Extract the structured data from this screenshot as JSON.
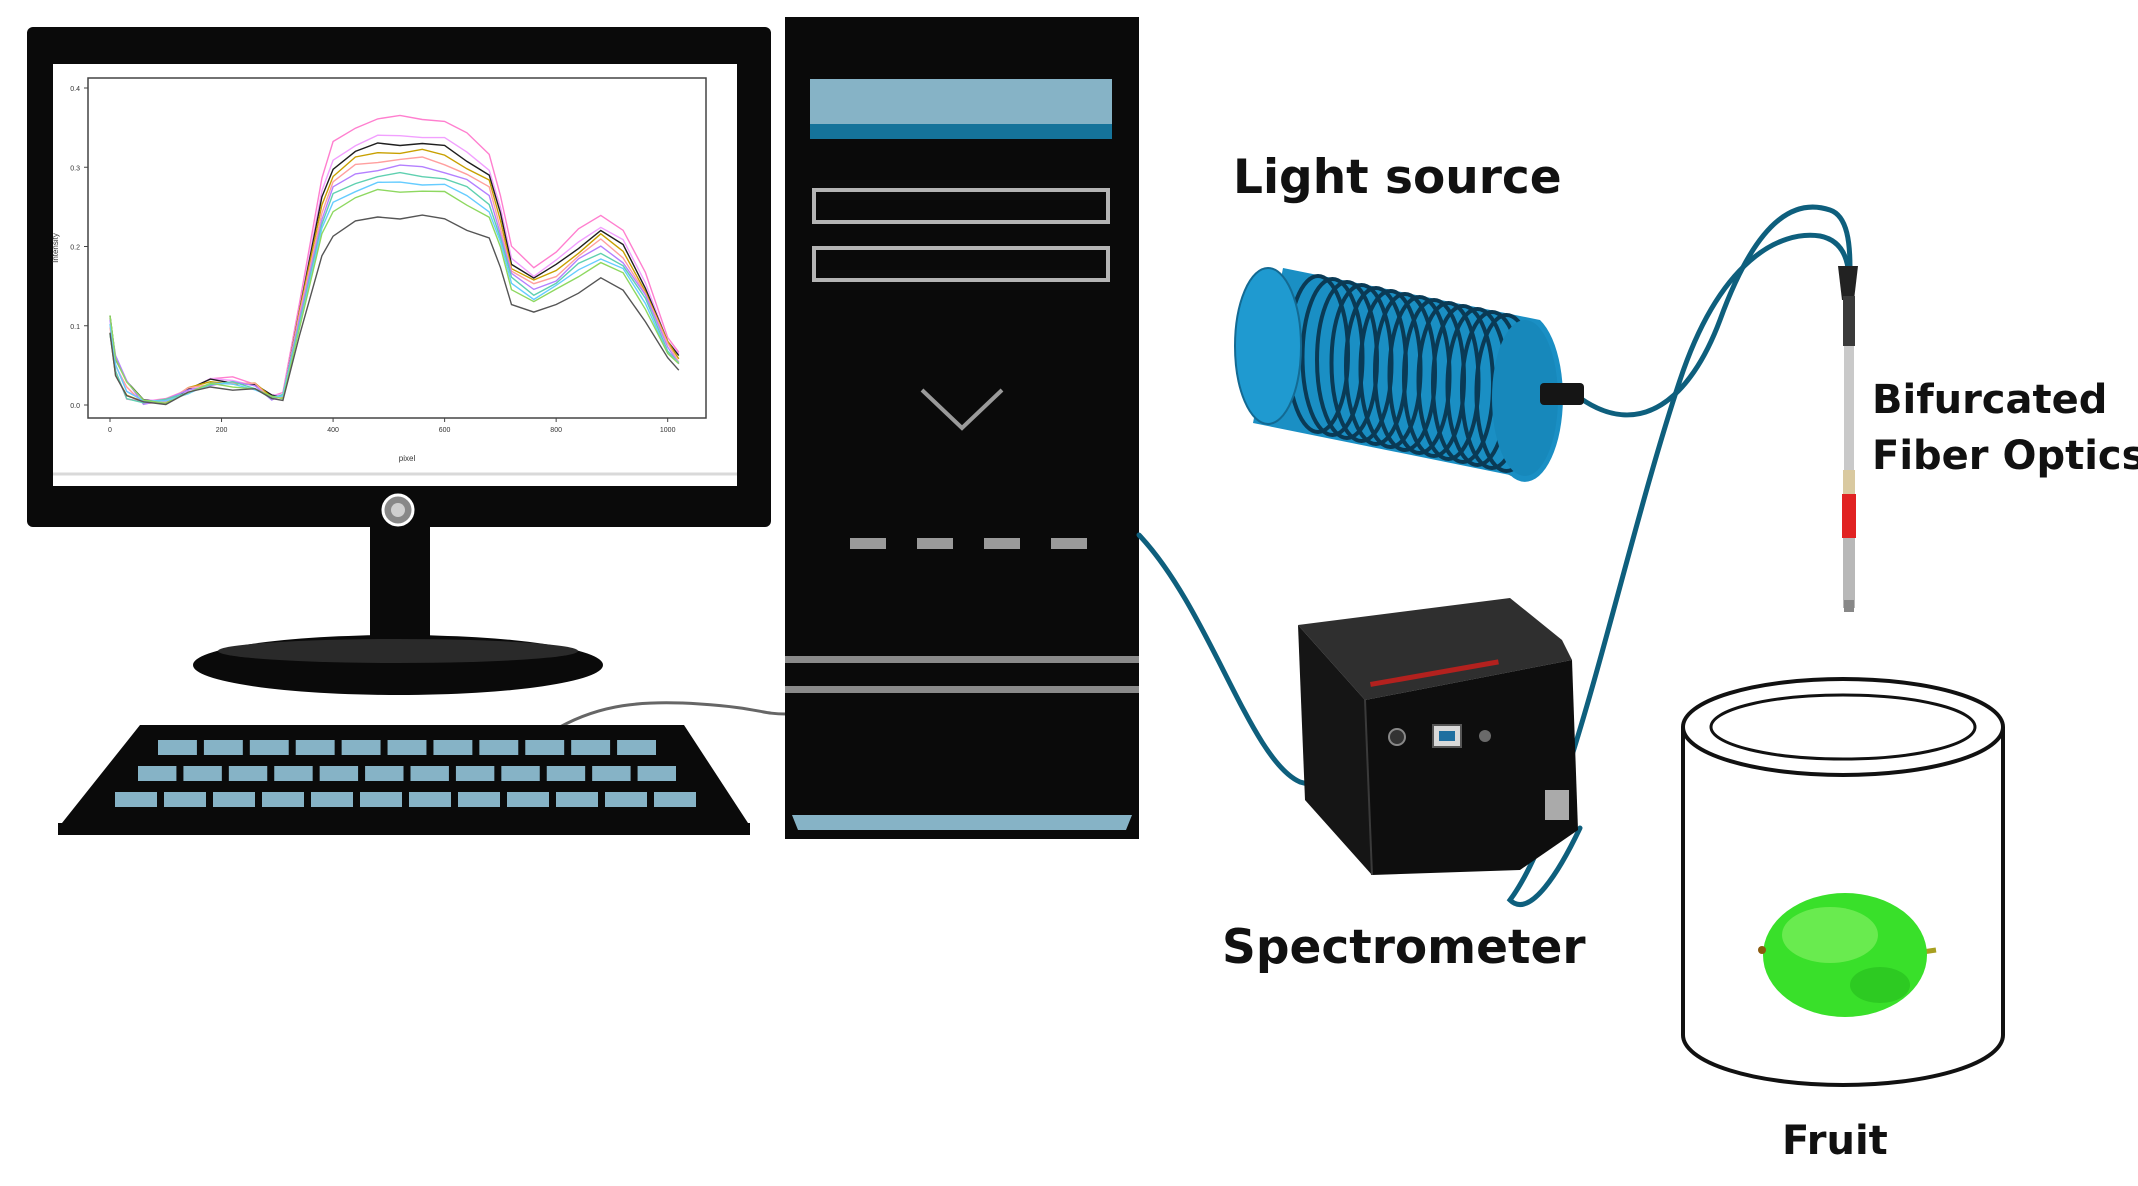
{
  "labels": {
    "light_source": "Light source",
    "bifurcated_line1": "Bifurcated",
    "bifurcated_line2": "Fiber Optics",
    "spectrometer": "Spectrometer",
    "fruit": "Fruit"
  },
  "monitor": {
    "xlabel": "pixel",
    "ylabel": "Intensity"
  },
  "colors": {
    "cable": "#0e5f7d",
    "device_black": "#0a0a0a",
    "accent_blue": "#86b3c6",
    "light_source_body": "#1a8fc4",
    "fruit_green": "#39e02a",
    "probe_red": "#e12222"
  },
  "chart_data": {
    "type": "line",
    "xlim": [
      0,
      1040
    ],
    "ylim": [
      0,
      0.4
    ],
    "x_ticks": [
      "0",
      "200",
      "400",
      "600",
      "800",
      "1000"
    ],
    "y_ticks": [
      "0.0",
      "0.1",
      "0.2",
      "0.3",
      "0.4"
    ],
    "grid": false,
    "legend": "none",
    "base_curve": {
      "x": [
        0,
        10,
        30,
        60,
        100,
        140,
        180,
        220,
        260,
        290,
        310,
        340,
        380,
        400,
        440,
        480,
        520,
        560,
        600,
        640,
        680,
        700,
        720,
        760,
        800,
        840,
        880,
        920,
        960,
        1000,
        1020
      ],
      "y": [
        0.09,
        0.04,
        0.01,
        0.004,
        0.005,
        0.02,
        0.03,
        0.03,
        0.026,
        0.01,
        0.012,
        0.12,
        0.26,
        0.3,
        0.32,
        0.328,
        0.33,
        0.33,
        0.325,
        0.31,
        0.29,
        0.24,
        0.18,
        0.16,
        0.175,
        0.2,
        0.22,
        0.2,
        0.15,
        0.08,
        0.06
      ]
    },
    "series": [
      {
        "scale": 1.1,
        "color": "#ff7fcf"
      },
      {
        "scale": 1.03,
        "color": "#f2a0ff"
      },
      {
        "scale": 1.0,
        "color": "#1f1f1f"
      },
      {
        "scale": 0.97,
        "color": "#c8a000"
      },
      {
        "scale": 0.94,
        "color": "#ff9f9f"
      },
      {
        "scale": 0.91,
        "color": "#b480ff"
      },
      {
        "scale": 0.88,
        "color": "#5fd0b0"
      },
      {
        "scale": 0.85,
        "color": "#66ccff"
      },
      {
        "scale": 0.82,
        "color": "#8ed860"
      },
      {
        "scale": 0.72,
        "color": "#555555"
      }
    ]
  }
}
